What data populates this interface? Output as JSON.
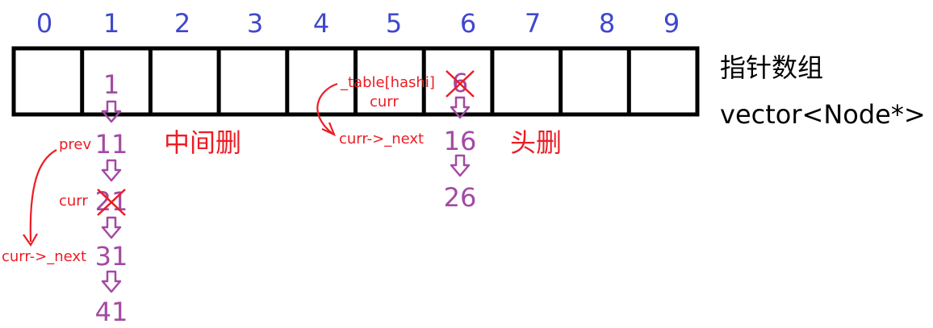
{
  "indices": [
    "0",
    "1",
    "2",
    "3",
    "4",
    "5",
    "6",
    "7",
    "8",
    "9"
  ],
  "labels": {
    "array_title": "指针数组",
    "vector_type": "vector<Node*>",
    "middle_delete": "中间删",
    "head_delete": "头删",
    "prev": "prev",
    "curr_left": "curr",
    "next_left": "curr->_next",
    "table_hashi": "_table[hashi]",
    "curr_right": "curr",
    "next_right": "curr->_next"
  },
  "chain_bucket1": {
    "bucket_index": 1,
    "nodes": [
      "1",
      "11",
      "21",
      "31",
      "41"
    ],
    "deleted_node": "21"
  },
  "chain_bucket6": {
    "bucket_index": 6,
    "nodes": [
      "6",
      "16",
      "26"
    ],
    "deleted_node": "6"
  },
  "colors": {
    "index": "#3f48cc",
    "node": "#a349a4",
    "annotation": "#ed1c24",
    "box": "#000000"
  }
}
